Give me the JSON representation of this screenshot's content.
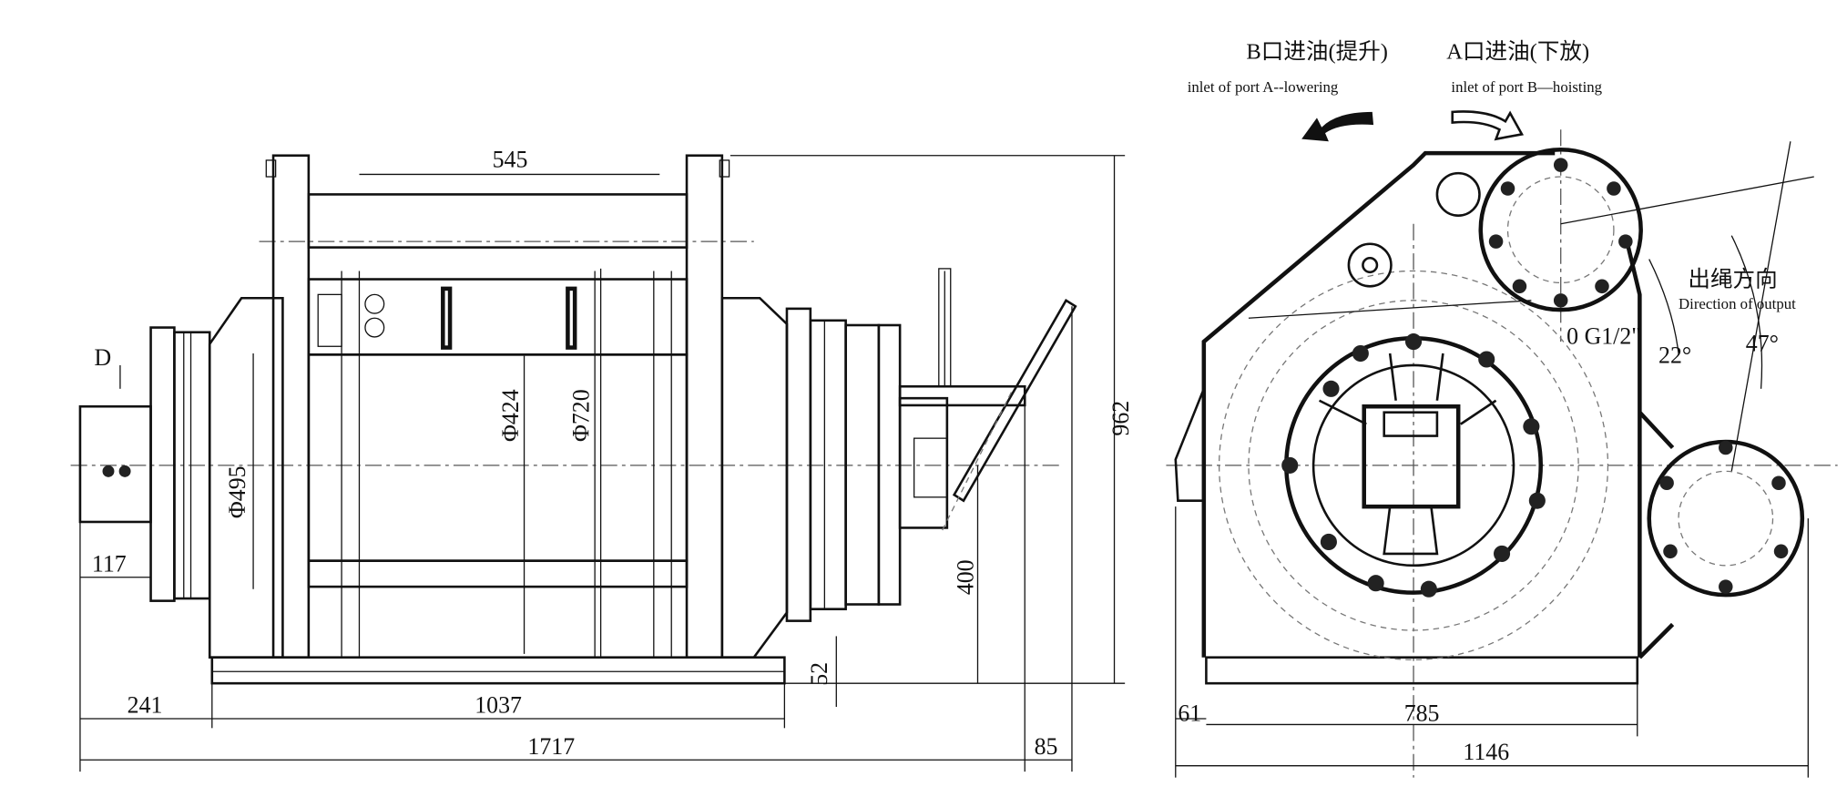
{
  "title_cn_b": "B口进油(提升)",
  "title_cn_a": "A口进油(下放)",
  "label_port_a": "inlet of port A--lowering",
  "label_port_b": "inlet of port B—hoisting",
  "output_cn": "出绳方向",
  "output_en": "Direction of output",
  "port_thread": "0 G1/2\"",
  "angle_1": "22°",
  "angle_2": "47°",
  "view_marker": "D",
  "side_view": {
    "dims": {
      "drum_length": "545",
      "flange_dia": "Φ495",
      "drum_dia": "Φ424",
      "outer_dia": "Φ720",
      "height": "962",
      "axis_height": "400",
      "shaft_ext": "117",
      "left_offset": "241",
      "base_length": "1037",
      "total_length": "1717",
      "base_thickness": "52",
      "right_ext": "85"
    }
  },
  "end_view": {
    "dims": {
      "left_offset": "61",
      "base_width": "785",
      "total_width": "1146"
    }
  }
}
